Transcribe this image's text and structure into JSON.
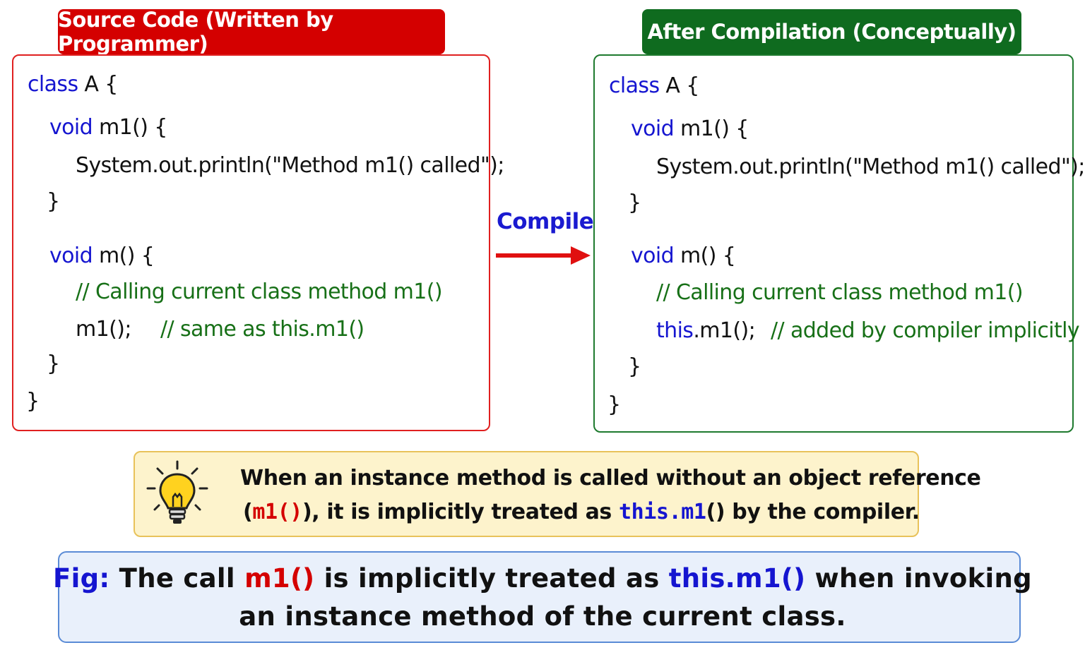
{
  "source": {
    "title": "Source Code (Written by Programmer)",
    "lines": {
      "l1_kw": "class",
      "l1_rest": " A {",
      "l2_kw": "void",
      "l2_rest": " m1() {",
      "l3": "System.out.println(\"Method m1() called\");",
      "l4": "}",
      "l5_kw": "void",
      "l5_rest": " m() {",
      "l6": "// Calling current class method m1()",
      "l7_code": "m1();",
      "l7_comment": "// same as this.m1()",
      "l8": "}",
      "l9": "}"
    }
  },
  "compiled": {
    "title": "After Compilation (Conceptually)",
    "lines": {
      "l1_kw": "class",
      "l1_rest": " A {",
      "l2_kw": "void",
      "l2_rest": " m1() {",
      "l3": "System.out.println(\"Method m1() called\");",
      "l4": "}",
      "l5_kw": "void",
      "l5_rest": " m() {",
      "l6": "// Calling current class method m1()",
      "l7_this": "this",
      "l7_code": ".m1();",
      "l7_comment": "// added by compiler implicitly",
      "l8": "}",
      "l9": "}"
    }
  },
  "arrow": {
    "label": "Compiler"
  },
  "tip": {
    "icon": "lightbulb-icon",
    "line1": "When an instance method is called without an object reference",
    "line2_a": "(",
    "line2_m1": "m1()",
    "line2_b": "), it is implicitly treated as ",
    "line2_this": "this.m1",
    "line2_c": "() by the compiler."
  },
  "caption": {
    "fig": "Fig:",
    "a": " The call ",
    "m1": "m1()",
    "b": " is implicitly treated as ",
    "this": "this.m1()",
    "c": " when invoking",
    "line2": "an instance method of the current class."
  },
  "colors": {
    "source_accent": "#d40000",
    "compiled_accent": "#0f6b1f",
    "keyword": "#1515d0",
    "comment": "#177017",
    "tip_bg": "#fdf3cc",
    "caption_bg": "#e9f0fb"
  }
}
